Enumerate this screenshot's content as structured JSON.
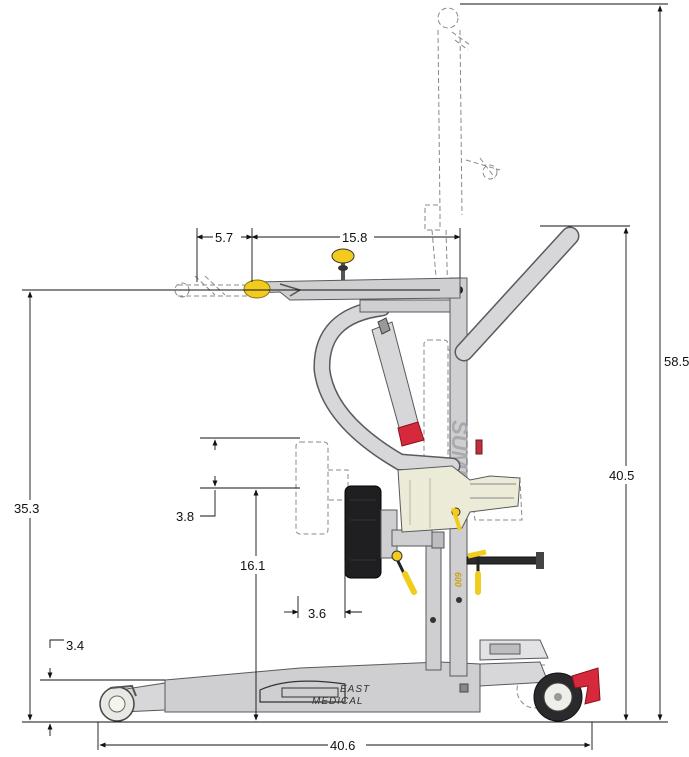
{
  "dimensions": {
    "arm_extension": "5.7",
    "arm_length": "15.8",
    "max_height": "58.5",
    "handle_height": "40.5",
    "arm_height": "35.3",
    "pad_offset": "3.8",
    "pad_height": "16.1",
    "pad_depth": "3.6",
    "ground_clearance": "3.4",
    "overall_length": "40.6"
  },
  "branding": {
    "model": "SUMMIT",
    "model_badge": "600",
    "logo_line1": "EAST",
    "logo_line2": "MEDICAL"
  },
  "colors": {
    "frame": "#cfcfd1",
    "frame_stroke": "#5a5a5e",
    "accent_yellow": "#f2cc1c",
    "accent_red": "#d6293b",
    "dark_part": "#1f1f21",
    "ghost_line": "#8a8a8a"
  }
}
